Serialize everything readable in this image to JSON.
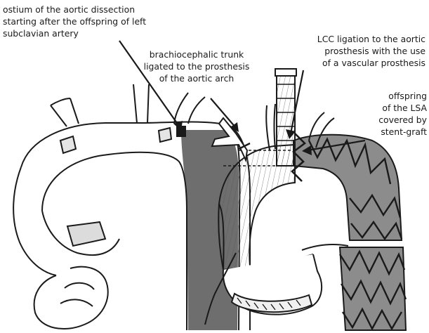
{
  "colors": {
    "line": "#1a1a1a",
    "lumen_fill": "#6e6e6e",
    "stentgraft_fill": "#8c8c8c",
    "background": "#ffffff"
  },
  "labels": {
    "ostium": "ostium of the aortic dissection\nstarting after the offspring of left\nsubclavian artery",
    "brachiocephalic": "brachiocephalic trunk\nligated to the prosthesis\nof the aortic arch",
    "lcc": "LCC ligation to the aortic\nprosthesis with the use\nof a vascular prosthesis",
    "lsa": "offspring\nof the LSA\ncovered by\nstent-graft"
  }
}
